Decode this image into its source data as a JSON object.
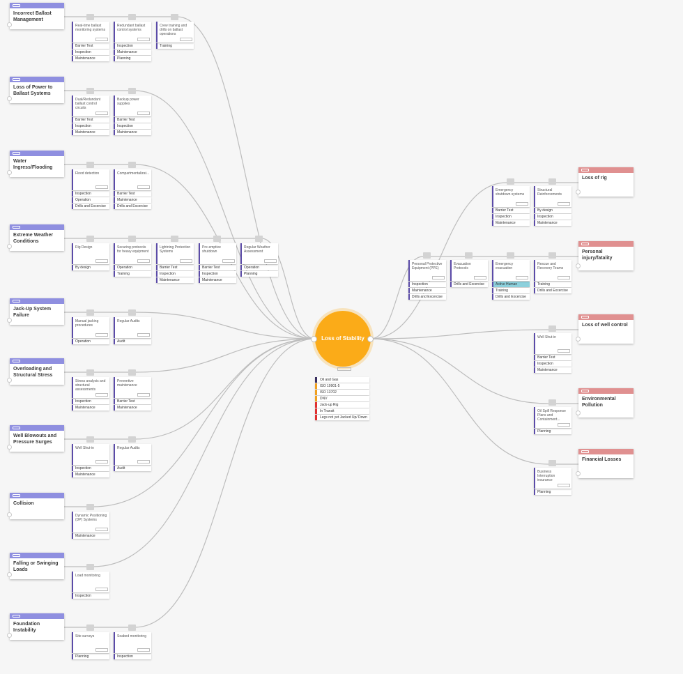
{
  "top_event": {
    "title": "Loss of Stability"
  },
  "hazard": {
    "rows": [
      {
        "text": "Oil and Gas",
        "color": "#3a3060"
      },
      {
        "text": "ISO 19901-5",
        "color": "#f0a020"
      },
      {
        "text": "ISO 13702",
        "color": "#f0a020"
      },
      {
        "text": "DNV",
        "color": "#f0a020"
      },
      {
        "text": "Jack-up Rig",
        "color": "#e03030"
      },
      {
        "text": "In Transit",
        "color": "#e03030"
      },
      {
        "text": "Legs not yet Jacked Up/ Down",
        "color": "#e03030"
      }
    ]
  },
  "causes": [
    {
      "title": "Incorrect Ballast Management",
      "barriers": [
        {
          "name": "Real-time ballast monitoring systems",
          "chips": [
            "Barrier Test",
            "Inspection",
            "Maintenance"
          ]
        },
        {
          "name": "Redundant ballast control systems",
          "chips": [
            "Inspection",
            "Maintenance",
            "Planning"
          ]
        },
        {
          "name": "Crew training and drills on ballast operations",
          "chips": [
            "Training"
          ]
        }
      ]
    },
    {
      "title": "Loss of Power to Ballast Systems",
      "barriers": [
        {
          "name": "Dual/Redundant ballast control circuits",
          "chips": [
            "Barrier Test",
            "Inspection",
            "Maintenance"
          ]
        },
        {
          "name": "Backup power supplies",
          "chips": [
            "Barrier Test",
            "Inspection",
            "Maintenance"
          ]
        }
      ]
    },
    {
      "title": "Water Ingress/Flooding",
      "barriers": [
        {
          "name": "Flood detection",
          "chips": [
            "Inspection",
            "Operation",
            "Drills and Excercise"
          ]
        },
        {
          "name": "Compartmentalizat...",
          "chips": [
            "Barrier Test",
            "Maintenance",
            "Drills and Excercise"
          ]
        }
      ]
    },
    {
      "title": "Extreme Weather Conditions",
      "barriers": [
        {
          "name": "Rig Design",
          "chips": [
            "By design"
          ]
        },
        {
          "name": "Securing protocols for heavy equipment",
          "chips": [
            "Operation",
            "Training"
          ]
        },
        {
          "name": "Lightning Protection Systems",
          "chips": [
            "Barrier Test",
            "Inspection",
            "Maintenance"
          ]
        },
        {
          "name": "Pre-emptive shutdown",
          "chips": [
            "Barrier Test",
            "Inspection",
            "Maintenance"
          ]
        },
        {
          "name": "Regular Weather Assessment",
          "chips": [
            "Operation",
            "Planning"
          ]
        }
      ]
    },
    {
      "title": "Jack-Up System Failure",
      "barriers": [
        {
          "name": "Manual jacking procedures",
          "chips": [
            "Operation"
          ]
        },
        {
          "name": "Regular Audits",
          "chips": [
            "Audit"
          ]
        }
      ]
    },
    {
      "title": "Overloading and Structural Stress",
      "barriers": [
        {
          "name": "Stress analysis and structural assessments",
          "chips": [
            "Inspection",
            "Maintenance"
          ]
        },
        {
          "name": "Preventive maintenance",
          "chips": [
            "Barrier Test",
            "Maintenance"
          ]
        }
      ]
    },
    {
      "title": "Well Blowouts and Pressure Surges",
      "barriers": [
        {
          "name": "Well Shut-in",
          "chips": [
            "Inspection",
            "Maintenance"
          ]
        },
        {
          "name": "Regular Audits",
          "chips": [
            "Audit"
          ]
        }
      ]
    },
    {
      "title": "Collision",
      "barriers": [
        {
          "name": "Dynamic Positioning (DP) Systems",
          "chips": [
            "Maintenance"
          ]
        }
      ]
    },
    {
      "title": "Falling or Swinging Loads",
      "barriers": [
        {
          "name": "Load monitoring",
          "chips": [
            "Inspection"
          ]
        }
      ]
    },
    {
      "title": "Foundation Instability",
      "barriers": [
        {
          "name": "Site surveys",
          "chips": [
            "Planning"
          ]
        },
        {
          "name": "Seabed monitoring",
          "chips": [
            "Inspection"
          ]
        }
      ]
    }
  ],
  "consequences": [
    {
      "title": "Loss of rig",
      "barriers": [
        {
          "name": "Emergency shutdown systems",
          "chips": [
            "Barrier Test",
            "Inspection",
            "Maintenance"
          ]
        },
        {
          "name": "Structural Reinforcements",
          "chips": [
            "By design",
            "Inspection",
            "Maintenance"
          ]
        }
      ]
    },
    {
      "title": "Personal injury/fatality",
      "barriers": [
        {
          "name": "Personal Protective Equipment (PPE)",
          "chips": [
            "Inspection",
            "Maintenance",
            "Drills and Excercise"
          ]
        },
        {
          "name": "Evacuation Protocols",
          "chips": [
            "Drills and Excercise"
          ]
        },
        {
          "name": "Emergency evacuation",
          "chips": [
            "Active Human",
            "Training",
            "Drills and Excercise"
          ],
          "active_chip": 0
        },
        {
          "name": "Rescue and Recovery Teams",
          "chips": [
            "Training",
            "Drills and Excercise"
          ]
        }
      ]
    },
    {
      "title": "Loss of well control",
      "barriers": [
        {
          "name": "Well Shut-in",
          "chips": [
            "Barrier Test",
            "Inspection",
            "Maintenance"
          ]
        }
      ]
    },
    {
      "title": "Environmental Pollution",
      "barriers": [
        {
          "name": "Oil Spill Response Plans and Containment...",
          "chips": [
            "Planning"
          ]
        }
      ]
    },
    {
      "title": "Financial Losses",
      "barriers": [
        {
          "name": "Business Interruption insurance",
          "chips": [
            "Planning"
          ]
        }
      ]
    }
  ],
  "colors": {
    "cause_header": "#8f8fe0",
    "consequence_header": "#e09090",
    "top_event": "#fbab18",
    "chip_bar": "#5b4ba8",
    "active_chip": "#8cd0dc",
    "wire": "#bdbdbd"
  }
}
